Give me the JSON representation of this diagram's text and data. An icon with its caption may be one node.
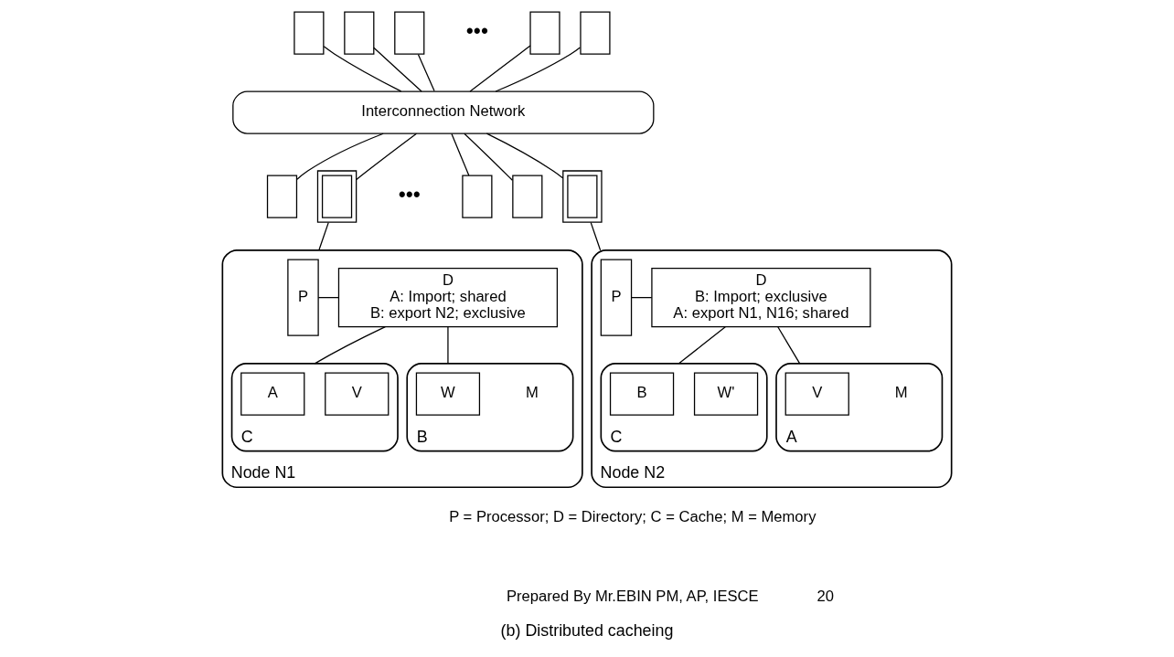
{
  "diagram": {
    "caption": "(b) Distributed cacheing",
    "nodes": [
      {
        "text": [],
        "shape": "box"
      },
      {
        "text": [],
        "shape": "box"
      },
      {
        "text": [],
        "shape": "box"
      },
      {
        "text": [],
        "shape": "box"
      },
      {
        "text": [],
        "shape": "box"
      },
      {
        "text": [
          "Interconnection Network"
        ]
      },
      {
        "text": [],
        "shape": "box"
      },
      {
        "text": [],
        "shape": "box"
      },
      {
        "text": [],
        "shape": "box"
      },
      {
        "text": [],
        "shape": "box"
      },
      {
        "text": [],
        "shape": "box"
      },
      {
        "text": [
          "Node N1"
        ]
      },
      {
        "text": [
          "P"
        ],
        "in": 11
      },
      {
        "text": [
          "D",
          "A: Import; shared",
          "B: export N2; exclusive"
        ],
        "in": 11
      },
      {
        "text": [
          "C"
        ],
        "in": 11
      },
      {
        "text": [
          "A"
        ],
        "in": 14
      },
      {
        "text": [
          "V"
        ],
        "in": 14
      },
      {
        "text": [
          "B"
        ],
        "beside": [
          "M"
        ],
        "in": 11
      },
      {
        "text": [
          "W"
        ],
        "in": 17
      },
      {
        "text": [
          "Node N2"
        ]
      },
      {
        "text": [
          "P"
        ],
        "in": 19
      },
      {
        "text": [
          "D",
          "B: Import; exclusive",
          "A: export N1, N16; shared"
        ],
        "in": 19
      },
      {
        "text": [
          "C"
        ],
        "in": 19
      },
      {
        "text": [
          "B"
        ],
        "in": 22
      },
      {
        "text": [
          "W'"
        ],
        "in": 22
      },
      {
        "text": [
          "A"
        ],
        "beside": [
          "M"
        ],
        "in": 19
      },
      {
        "text": [
          "V"
        ],
        "in": 25
      }
    ],
    "edges": [
      {
        "from": 0,
        "to": 5,
        "arrow": "none"
      },
      {
        "from": 1,
        "to": 5,
        "arrow": "none"
      },
      {
        "from": 2,
        "to": 5,
        "arrow": "none"
      },
      {
        "from": 3,
        "to": 5,
        "arrow": "none"
      },
      {
        "from": 4,
        "to": 5,
        "arrow": "none"
      },
      {
        "from": 5,
        "to": 6,
        "arrow": "none"
      },
      {
        "from": 5,
        "to": 7,
        "arrow": "none"
      },
      {
        "from": 5,
        "to": 8,
        "arrow": "none"
      },
      {
        "from": 5,
        "to": 9,
        "arrow": "none"
      },
      {
        "from": 5,
        "to": 10,
        "arrow": "none"
      },
      {
        "from": 7,
        "to": 11,
        "arrow": "none"
      },
      {
        "from": 10,
        "to": 19,
        "arrow": "none"
      },
      {
        "from": 12,
        "to": 13,
        "arrow": "none"
      },
      {
        "from": 13,
        "to": 14,
        "arrow": "none"
      },
      {
        "from": 13,
        "to": 17,
        "arrow": "none"
      },
      {
        "from": 20,
        "to": 21,
        "arrow": "none"
      },
      {
        "from": 21,
        "to": 22,
        "arrow": "none"
      },
      {
        "from": 21,
        "to": 25,
        "arrow": "none"
      }
    ],
    "labels": [
      "•••",
      "•••",
      "P = Processor; D = Directory; C = Cache; M = Memory",
      "Prepared By Mr.EBIN PM, AP, IESCE",
      "20"
    ]
  }
}
